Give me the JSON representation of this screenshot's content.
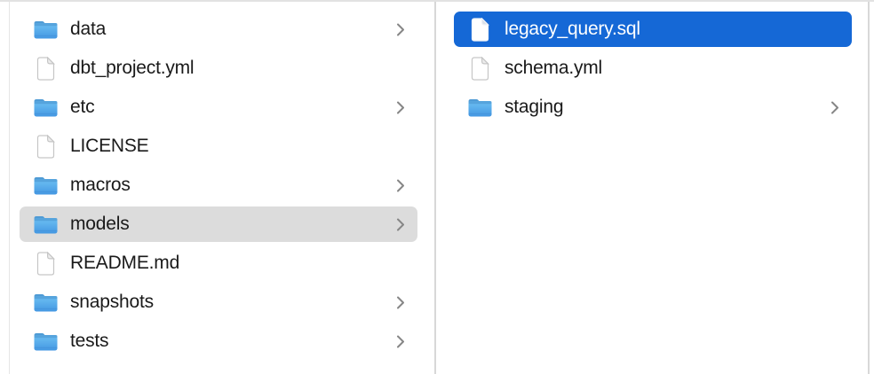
{
  "view": {
    "type_label": "finder-column-view"
  },
  "colors": {
    "background": "#ffffff",
    "selection_blue": "#1568d6",
    "selection_gray": "#dcdcdc",
    "text": "#1a1a1a",
    "selected_text": "#ffffff",
    "chevron": "#868686",
    "divider": "#d8d8d8",
    "folder_blue_light": "#6ec1f3",
    "folder_blue_dark": "#4497e2"
  },
  "icons": {
    "folder": "folder-icon",
    "file": "file-icon",
    "chevron": "chevron-right-icon"
  },
  "columns": [
    {
      "name": "column-1",
      "items": [
        {
          "label": "data",
          "icon": "folder",
          "has_chevron": true,
          "selected": "none"
        },
        {
          "label": "dbt_project.yml",
          "icon": "file",
          "has_chevron": false,
          "selected": "none"
        },
        {
          "label": "etc",
          "icon": "folder",
          "has_chevron": true,
          "selected": "none"
        },
        {
          "label": "LICENSE",
          "icon": "file",
          "has_chevron": false,
          "selected": "none"
        },
        {
          "label": "macros",
          "icon": "folder",
          "has_chevron": true,
          "selected": "none"
        },
        {
          "label": "models",
          "icon": "folder",
          "has_chevron": true,
          "selected": "inactive"
        },
        {
          "label": "README.md",
          "icon": "file",
          "has_chevron": false,
          "selected": "none"
        },
        {
          "label": "snapshots",
          "icon": "folder",
          "has_chevron": true,
          "selected": "none"
        },
        {
          "label": "tests",
          "icon": "folder",
          "has_chevron": true,
          "selected": "none"
        }
      ]
    },
    {
      "name": "column-2",
      "items": [
        {
          "label": "legacy_query.sql",
          "icon": "file",
          "has_chevron": false,
          "selected": "active"
        },
        {
          "label": "schema.yml",
          "icon": "file",
          "has_chevron": false,
          "selected": "none"
        },
        {
          "label": "staging",
          "icon": "folder",
          "has_chevron": true,
          "selected": "none"
        }
      ]
    }
  ]
}
